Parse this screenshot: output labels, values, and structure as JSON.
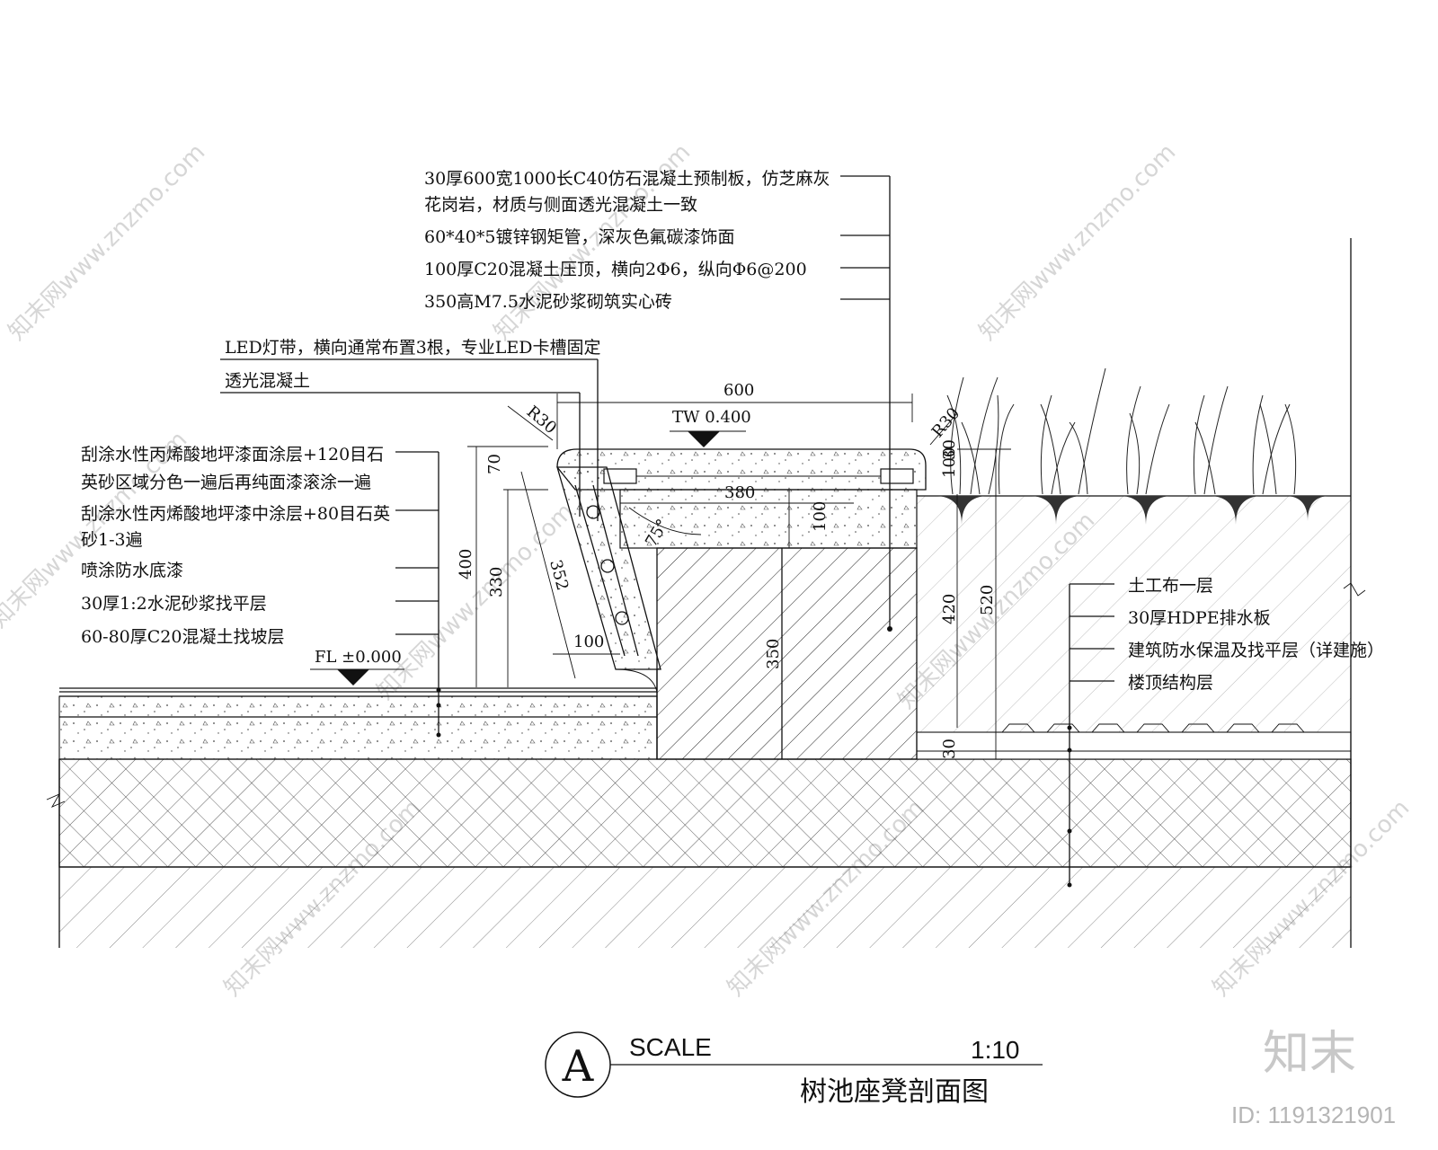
{
  "notes_top": [
    "30厚600宽1000长C40仿石混凝土预制板，仿芝麻灰",
    "花岗岩，材质与侧面透光混凝土一致",
    "60*40*5镀锌钢矩管，深灰色氟碳漆饰面",
    "100厚C20混凝土压顶，横向2Φ6，纵向Φ6@200",
    "350高M7.5水泥砂浆砌筑实心砖"
  ],
  "notes_led": [
    "LED灯带，横向通常布置3根，专业LED卡槽固定",
    "透光混凝土"
  ],
  "notes_left": [
    "刮涂水性丙烯酸地坪漆面涂层+120目石",
    "英砂区域分色一遍后再纯面漆滚涂一遍",
    "刮涂水性丙烯酸地坪漆中涂层+80目石英",
    "砂1-3遍",
    "喷涂防水底漆",
    "30厚1:2水泥砂浆找平层",
    "60-80厚C20混凝土找坡层"
  ],
  "notes_right": [
    "土工布一层",
    "30厚HDPE排水板",
    "建筑防水保温及找平层（详建施）",
    "楼顶结构层"
  ],
  "levels": {
    "tw": "TW 0.400",
    "fl": "FL ±0.000"
  },
  "dims": {
    "d600": "600",
    "d380": "380",
    "d100a": "100",
    "d70": "70",
    "d400": "400",
    "d330": "330",
    "d352": "352",
    "d100b": "100",
    "d350": "350",
    "d420": "420",
    "d520": "520",
    "d100c": "100",
    "d30a": "30",
    "d30b": "30",
    "angle": "75°",
    "r30a": "R30",
    "r30b": "R30"
  },
  "title_block": {
    "symbol": "A",
    "scale_label": "SCALE",
    "scale_value": "1:10",
    "title": "树池座凳剖面图"
  },
  "watermark": {
    "site": "知末网www.znzmo.com",
    "brand": "知末",
    "id": "ID: 1191321901"
  }
}
